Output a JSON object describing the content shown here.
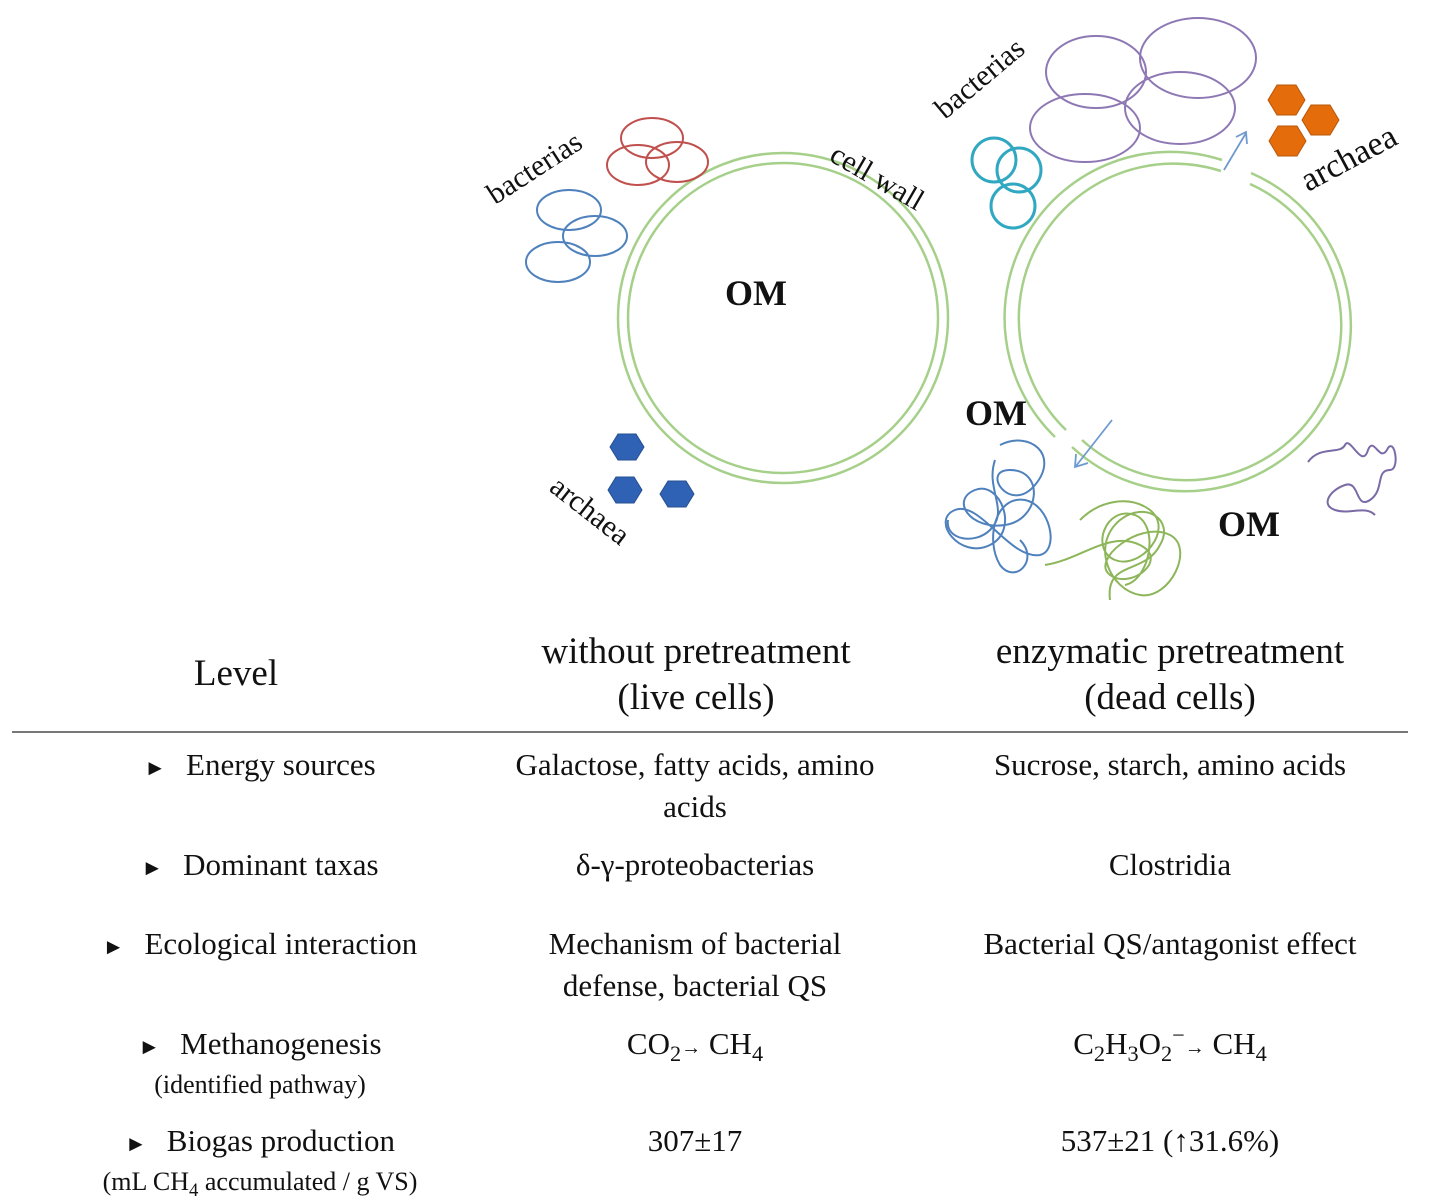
{
  "diagram": {
    "left": {
      "bacteria_label": "bacterias",
      "archaea_label": "archaea",
      "wall_label": "cell wall",
      "om_label": "OM"
    },
    "right": {
      "bacteria_label": "bacterias",
      "archaea_label": "archaea",
      "om_label_1": "OM",
      "om_label_2": "OM"
    },
    "colors": {
      "wall": "#a6d08a",
      "bacteria_red": "#c0504d",
      "bacteria_blue": "#4f81bd",
      "bacteria_purple": "#8e78b4",
      "bacteria_cyan": "#31a8c2",
      "archaea_blue": "#2f62b4",
      "archaea_orange": "#e46c0a",
      "om_blue": "#4f81bd",
      "om_green": "#8db65a",
      "om_purple": "#7a6aa6"
    }
  },
  "table": {
    "header": {
      "level": "Level",
      "col1_line1": "without pretreatment",
      "col1_line2": "(live cells)",
      "col2_line1": "enzymatic pretreatment",
      "col2_line2": "(dead cells)"
    },
    "marker": "►",
    "rows": [
      {
        "label": "Energy  sources",
        "col1": "Galactose,  fatty acids,  amino acids",
        "col2": "Sucrose,  starch,  amino acids"
      },
      {
        "label": "Dominant  taxas",
        "col1": "δ-γ-proteobacterias",
        "col2": "Clostridia"
      },
      {
        "label": "Ecological  interaction",
        "col1": "Mechanism  of bacterial defense,  bacterial QS",
        "col2": "Bacterial  QS/antagonist  effect"
      },
      {
        "label": "Methanogenesis",
        "sublabel": "(identified  pathway)",
        "col1": {
          "a": "CO",
          "a_sub": "2",
          "arrow": "→",
          "b": " CH",
          "b_sub": "4"
        },
        "col2": {
          "a": "C",
          "a_sub": "2",
          "b": "H",
          "b_sub": "3",
          "c": "O",
          "c_sub": "2",
          "c_sup": "−",
          "arrow": "→",
          "d": " CH",
          "d_sub": "4"
        }
      },
      {
        "label": "Biogas production",
        "sublabel": {
          "a": "(mL CH",
          "a_sub": "4",
          "b": " accumulated / g VS)"
        },
        "col1": "307±17",
        "col2": "537±21 (↑31.6%)"
      }
    ]
  }
}
